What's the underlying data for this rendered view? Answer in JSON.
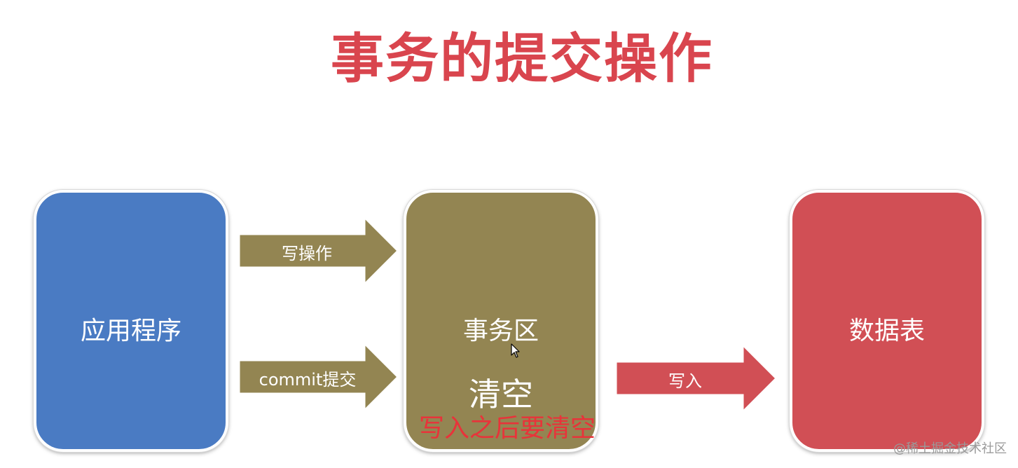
{
  "title": "事务的提交操作",
  "colors": {
    "title": "#d9454e",
    "app_box": "#4a7bc3",
    "transaction_box": "#938552",
    "table_box": "#d14f55",
    "olive_arrow": "#938552",
    "red_arrow": "#d14f55",
    "note": "#e8333a"
  },
  "nodes": {
    "app": {
      "label": "应用程序"
    },
    "transaction": {
      "label": "事务区",
      "sublabel": "清空"
    },
    "table": {
      "label": "数据表"
    }
  },
  "arrows": {
    "write_op": {
      "label": "写操作"
    },
    "commit": {
      "label": "commit提交"
    },
    "write_in": {
      "label": "写入"
    }
  },
  "note": "写入之后要清空",
  "watermark": "@稀土掘金技术社区",
  "icons": {
    "cursor": "mouse-pointer-icon"
  }
}
